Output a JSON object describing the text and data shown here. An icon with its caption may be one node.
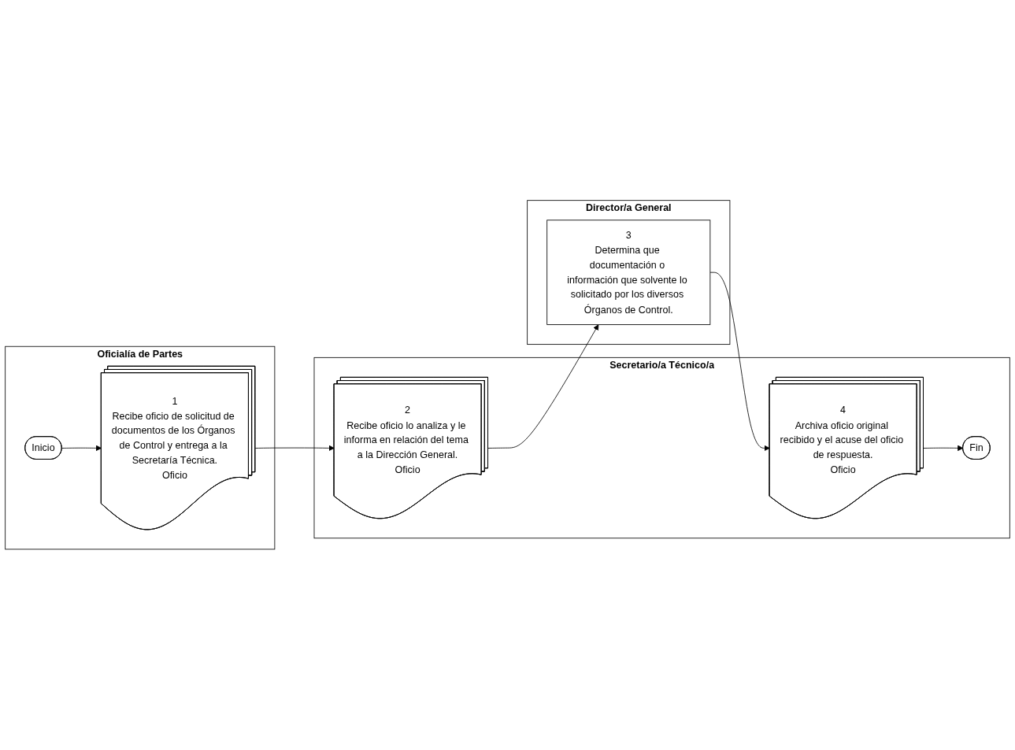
{
  "diagram": {
    "nodes": [
      {
        "text": [
          "Oficialía de Partes"
        ]
      },
      {
        "text": [
          "Inicio"
        ],
        "in": 0
      },
      {
        "text": [
          "1",
          "Recibe oficio de solicitud de documentos de los Órganos de Control y entrega a la Secretaría Técnica.",
          "Oficio"
        ],
        "in": 0
      },
      {
        "text": [
          "Secretario/a Técnico/a"
        ]
      },
      {
        "text": [
          "2",
          "Recibe oficio lo analiza y le informa en relación del tema a la Dirección General.",
          "Oficio"
        ],
        "in": 3
      },
      {
        "text": [
          "4",
          "Archiva oficio original recibido y el acuse del oficio de respuesta.",
          "Oficio"
        ],
        "in": 3
      },
      {
        "text": [
          "Fin"
        ],
        "in": 3
      },
      {
        "text": [
          "Director/a General"
        ]
      },
      {
        "text": [
          "3",
          "Determina que documentación o información que solvente lo solicitado por los diversos Órganos de Control."
        ],
        "in": 7
      }
    ],
    "edges": [
      {
        "from": 1,
        "to": 2,
        "arrow": "to"
      },
      {
        "from": 2,
        "to": 4,
        "arrow": "to"
      },
      {
        "from": 4,
        "to": 8,
        "arrow": "to"
      },
      {
        "from": 8,
        "to": 5,
        "arrow": "to"
      },
      {
        "from": 5,
        "to": 6,
        "arrow": "to"
      }
    ]
  }
}
